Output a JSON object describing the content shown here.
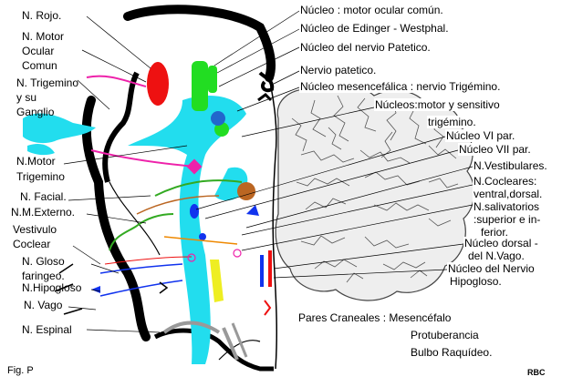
{
  "left_labels": {
    "rojo": "N. Rojo.",
    "motor_ocular_1": "N. Motor",
    "motor_ocular_2": "Ocular",
    "motor_ocular_3": "Comun",
    "trigemino_1": "N. Trigemino",
    "trigemino_2": "y su",
    "trigemino_3": "Ganglio",
    "motor_trig_1": "N.Motor",
    "motor_trig_2": "Trigemino",
    "facial": "N. Facial.",
    "motor_externo": "N.M.Externo.",
    "vestibulo_1": "Vestivulo",
    "vestibulo_2": "Coclear",
    "gloso_1": "N. Gloso",
    "gloso_2": "faringeo.",
    "hipogloso": "N.Hipogloso",
    "vago": "N. Vago",
    "espinal": "N. Espinal"
  },
  "right_labels": {
    "motor_ocular_comun": "Núcleo : motor ocular común.",
    "edinger": "Núcleo de Edinger - Westphal.",
    "patetico_nucleo": "Núcleo del nervio Patetico.",
    "patetico_nervio": "Nervio patetico.",
    "mesencefalica": "Núcleo mesencefálica : nervio Trigémino.",
    "motor_sensitivo_1": "Núcleos:motor y sensitivo",
    "motor_sensitivo_2": "trigémino.",
    "vi_par": "Núcleo VI par.",
    "vii_par": "Núcleo VII par.",
    "vestibulares": "N.Vestibulares.",
    "cocleares_1": "N.Cocleares:",
    "cocleares_2": "ventral,dorsal.",
    "salivatorios_1": "N.salivatorios",
    "salivatorios_2": ":superior e in-",
    "salivatorios_3": "ferior.",
    "dorsal_vago_1": "Núcleo dorsal -",
    "dorsal_vago_2": "del N.Vago.",
    "hipogloso_1": "Núcleo del Nervio",
    "hipogloso_2": "Hipogloso."
  },
  "legend": {
    "line1": "Pares Craneales : Mesencéfalo",
    "line2": "Protuberancia",
    "line3": "Bulbo Raquídeo."
  },
  "figure_label": "Fig. P",
  "signature": "RBC",
  "colors": {
    "rojo": "#ee1111",
    "motor_ocular": "#22dd22",
    "trigemino": "#22ddee",
    "patetico": "#2266cc",
    "motor_trig": "#ee22aa",
    "ganglio_brown": "#bb6622",
    "facial_green": "#33aa22",
    "blue_nucleus": "#1133ee",
    "yellow": "#eeee22",
    "outline": "#000000",
    "cerebellum": "#e8e8e8"
  }
}
